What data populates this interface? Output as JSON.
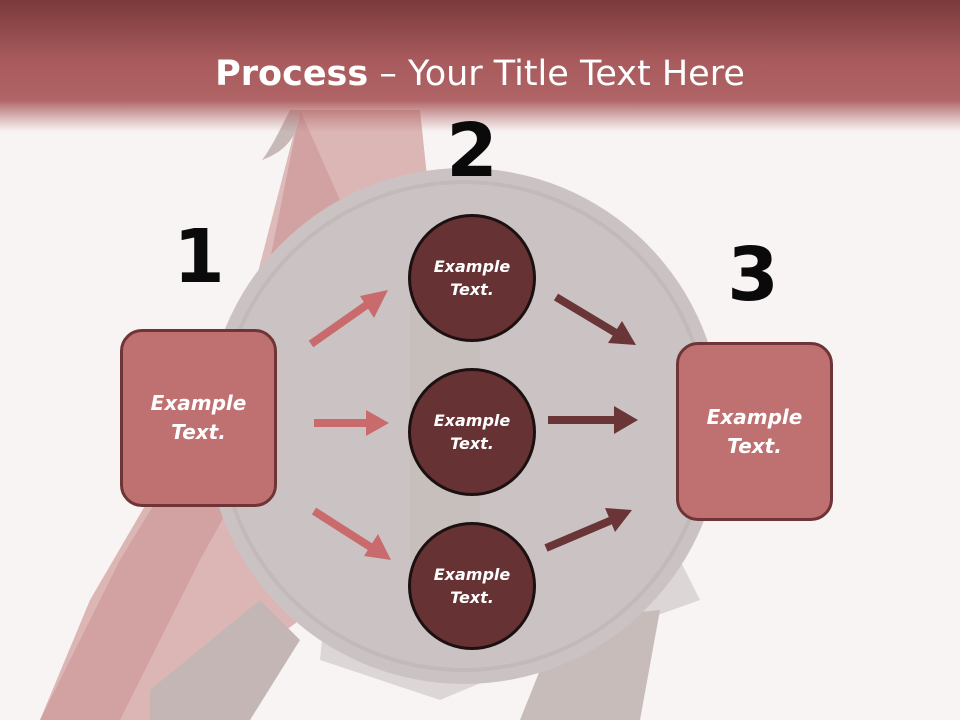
{
  "title": {
    "bold": "Process",
    "rest": " – Your Title Text Here"
  },
  "steps": [
    "1",
    "2",
    "3"
  ],
  "left_box": {
    "line1": "Example",
    "line2": "Text."
  },
  "right_box": {
    "line1": "Example",
    "line2": "Text."
  },
  "circles": [
    {
      "line1": "Example",
      "line2": "Text."
    },
    {
      "line1": "Example",
      "line2": "Text."
    },
    {
      "line1": "Example",
      "line2": "Text."
    }
  ],
  "colors": {
    "title_bar": "#a85a5c",
    "box_fill": "#bf7071",
    "circle_fill": "#673233",
    "arrow_light": "#c96b6c",
    "arrow_dark": "#6a3536"
  }
}
